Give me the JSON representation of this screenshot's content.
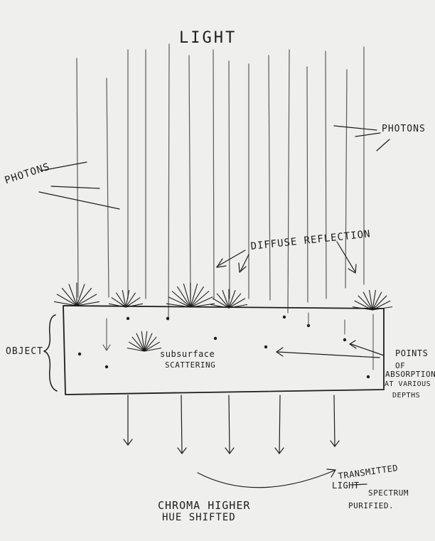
{
  "labels": {
    "title": "LIGHT",
    "photons_left": "PHOTONS",
    "photons_right": "PHOTONS",
    "diffuse_reflection": "DIFFUSE REFLECTION",
    "object": "OBJECT",
    "subsurface_1": "subsurface",
    "subsurface_2": "SCATTERING",
    "points_1": "POINTS",
    "points_2": "OF",
    "points_3": "ABSORPTION",
    "points_4": "AT VARIOUS",
    "points_5": "DEPTHS",
    "transmitted_1": "TRANSMITTED",
    "transmitted_2": "LIGHT",
    "transmitted_3": "SPECTRUM",
    "transmitted_4": "PURIFIED.",
    "chroma_1": "CHROMA HIGHER",
    "chroma_2": "HUE SHIFTED"
  },
  "colors": {
    "paper": "#efefee",
    "ink": "#1d1d1d",
    "ray": "#5a5a5a"
  }
}
